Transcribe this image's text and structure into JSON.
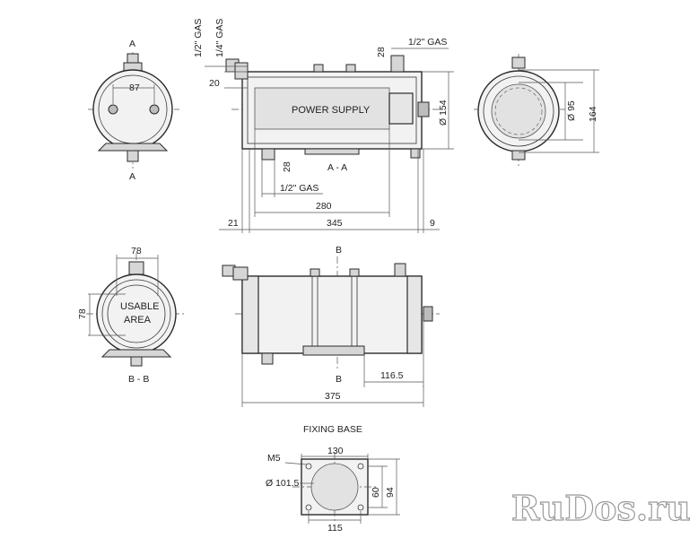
{
  "labels": {
    "section_a_top": "A",
    "section_a_bottom": "A",
    "section_a_title": "A - A",
    "section_b_top": "B",
    "section_b_bottom": "B",
    "section_b_title": "B - B",
    "power_supply": "POWER SUPPLY",
    "usable_area_line1": "USABLE",
    "usable_area_line2": "AREA",
    "fixing_base": "FIXING BASE",
    "watermark": "RuDos.ru"
  },
  "dims": {
    "d87": "87",
    "gas_12_vert": "1/2\" GAS",
    "gas_14_vert": "1/4\" GAS",
    "d20": "20",
    "d28_top": "28",
    "gas_12_top": "1/2\" GAS",
    "phi154": "Ø 154",
    "phi95": "Ø 95",
    "d164": "164",
    "d28_bottom": "28",
    "gas_12_bottom": "1/2\" GAS",
    "d280": "280",
    "d21": "21",
    "d345": "345",
    "d9": "9",
    "d78_h": "78",
    "d78_v": "78",
    "d116_5": "116.5",
    "d375": "375",
    "m5": "M5",
    "d130": "130",
    "phi101_5": "Ø 101.5",
    "d60": "60",
    "d94": "94",
    "d115": "115"
  }
}
